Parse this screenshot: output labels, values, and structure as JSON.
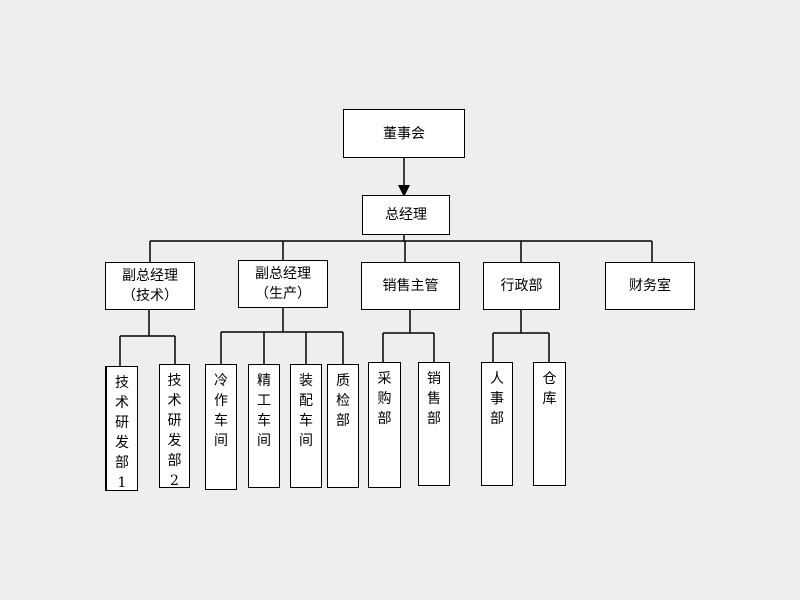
{
  "diagram": {
    "root": {
      "label": "董事会"
    },
    "gm": {
      "label": "总经理"
    },
    "departments": [
      {
        "key": "vp-tech",
        "line1": "副总经理",
        "line2": "（技术）",
        "children": [
          {
            "label": "技术研发部1"
          },
          {
            "label": "技术研发部2"
          }
        ]
      },
      {
        "key": "vp-prod",
        "line1": "副总经理",
        "line2": "（生产）",
        "children": [
          {
            "label": "冷作车间"
          },
          {
            "label": "精工车间"
          },
          {
            "label": "装配车间"
          },
          {
            "label": "质检部"
          }
        ]
      },
      {
        "key": "sales",
        "line1": "销售主管",
        "line2": "",
        "children": [
          {
            "label": "采购部"
          },
          {
            "label": "销售部"
          }
        ]
      },
      {
        "key": "admin",
        "line1": "行政部",
        "line2": "",
        "children": [
          {
            "label": "人事部"
          },
          {
            "label": "仓库"
          }
        ]
      },
      {
        "key": "finance",
        "line1": "财务室",
        "line2": "",
        "children": []
      }
    ]
  },
  "colors": {
    "background": "#eeeeee",
    "box_fill": "#ffffff",
    "stroke": "#000000"
  }
}
